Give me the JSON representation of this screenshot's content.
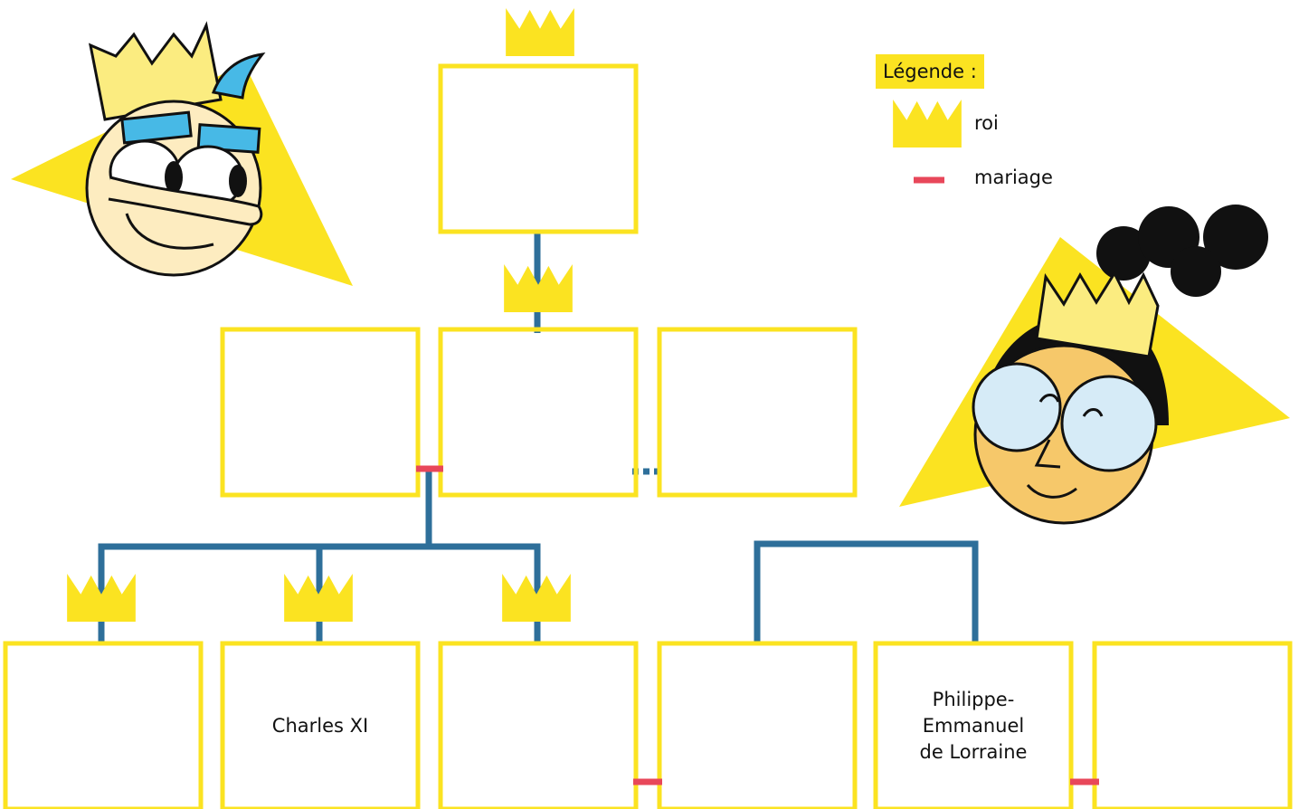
{
  "legend": {
    "title": "Légende :",
    "king_label": "roi",
    "marriage_label": "mariage"
  },
  "tree": {
    "names": {
      "gen3_b": "Charles XI",
      "gen3_e": "Philippe-\nEmmanuel\nde Lorraine"
    }
  },
  "colors": {
    "box_border": "#fbe321",
    "crown": "#fbe321",
    "triangle": "#fbe321",
    "lineage_line": "#2e6f9a",
    "marriage_line": "#e8475a"
  },
  "icons": {
    "king": "crown-icon",
    "marriage": "marriage-dash-icon",
    "decor_left": "king-cartoon-face",
    "decor_right": "queen-cartoon-face"
  }
}
